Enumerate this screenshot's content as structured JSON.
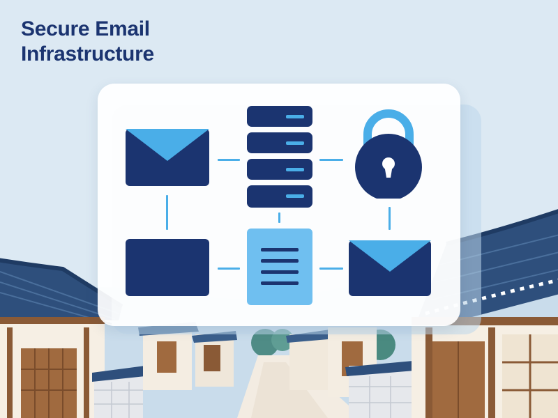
{
  "title_lines": [
    "Secure Email",
    "Infrastructure"
  ],
  "colors": {
    "navy": "#1b3470",
    "accent_blue": "#4aaee8",
    "light_blue": "#6fbff0",
    "sky": "#dce9f3",
    "card": "#ffffff"
  },
  "diagram": {
    "nodes": [
      {
        "id": "email-envelope",
        "icon": "envelope-icon"
      },
      {
        "id": "server-stack",
        "icon": "server-icon"
      },
      {
        "id": "padlock",
        "icon": "lock-icon"
      },
      {
        "id": "email-window",
        "icon": "window-icon"
      },
      {
        "id": "document",
        "icon": "document-icon"
      },
      {
        "id": "encrypted-envelope",
        "icon": "envelope-icon"
      }
    ],
    "edges": [
      [
        "email-envelope",
        "server-stack"
      ],
      [
        "server-stack",
        "padlock"
      ],
      [
        "email-envelope",
        "email-window"
      ],
      [
        "server-stack",
        "document"
      ],
      [
        "padlock",
        "encrypted-envelope"
      ],
      [
        "email-window",
        "document"
      ],
      [
        "document",
        "encrypted-envelope"
      ]
    ]
  }
}
